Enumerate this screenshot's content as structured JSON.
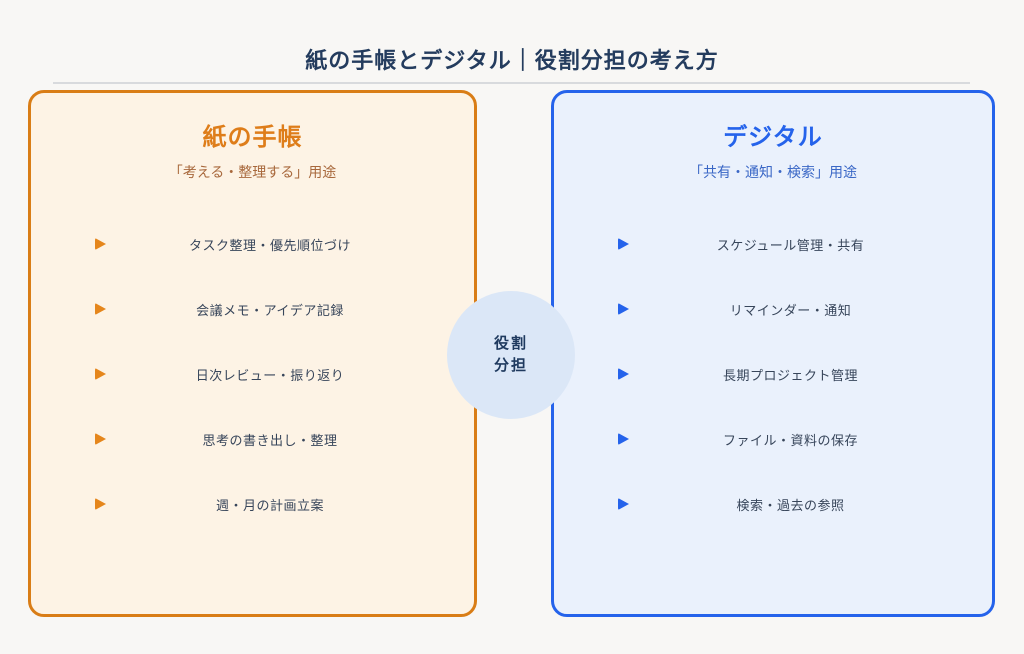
{
  "page": {
    "title": "紙の手帳とデジタル｜役割分担の考え方"
  },
  "center_badge": {
    "line1": "役割",
    "line2": "分担"
  },
  "paper_panel": {
    "title": "紙の手帳",
    "subtitle": "「考える・整理する」用途",
    "items": [
      "タスク整理・優先順位づけ",
      "会議メモ・アイデア記録",
      "日次レビュー・振り返り",
      "思考の書き出し・整理",
      "週・月の計画立案"
    ]
  },
  "digital_panel": {
    "title": "デジタル",
    "subtitle": "「共有・通知・検索」用途",
    "items": [
      "スケジュール管理・共有",
      "リマインダー・通知",
      "長期プロジェクト管理",
      "ファイル・資料の保存",
      "検索・過去の参照"
    ]
  },
  "colors": {
    "page_background": "#F8F7F5",
    "title_text": "#243C5E",
    "paper_accent": "#D97D16",
    "paper_heading": "#DE7D1A",
    "paper_subtitle": "#A8683C",
    "paper_background": "#FDF3E5",
    "digital_accent": "#2563EB",
    "digital_subtitle": "#3A67C6",
    "digital_background": "#EAF1FC",
    "list_text": "#37455A",
    "badge_background": "#DBE7F7",
    "badge_text": "#1F3A5F"
  }
}
